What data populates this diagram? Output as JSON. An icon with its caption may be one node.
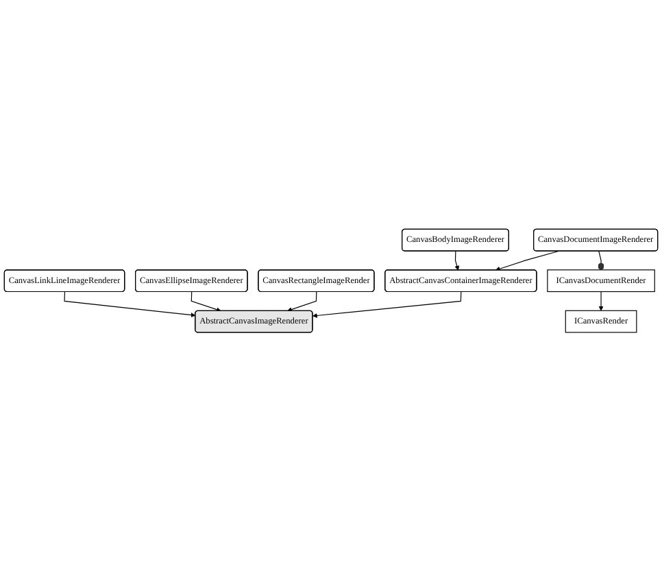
{
  "diagram": {
    "nodes": [
      {
        "text": [
          "CanvasLinkLineImageRenderer"
        ]
      },
      {
        "text": [
          "CanvasEllipseImageRenderer"
        ]
      },
      {
        "text": [
          "CanvasRectangleImageRender"
        ]
      },
      {
        "text": [
          "AbstractCanvasImageRenderer"
        ]
      },
      {
        "text": [
          "AbstractCanvasContainerImageRenderer"
        ]
      },
      {
        "text": [
          "CanvasBodyImageRenderer"
        ]
      },
      {
        "text": [
          "CanvasDocumentImageRenderer"
        ]
      },
      {
        "text": [
          "ICanvasRender"
        ]
      },
      {
        "text": [
          "ICanvasDocumentRender"
        ]
      }
    ],
    "edges": [
      {
        "from": 0,
        "to": 3,
        "arrow": "to"
      },
      {
        "from": 1,
        "to": 3,
        "arrow": "to"
      },
      {
        "from": 2,
        "to": 3,
        "arrow": "to"
      },
      {
        "from": 4,
        "to": 3,
        "arrow": "to"
      },
      {
        "from": 5,
        "to": 4,
        "arrow": "to"
      },
      {
        "from": 6,
        "to": 4,
        "arrow": "to"
      },
      {
        "from": 6,
        "to": 8,
        "arrow": "other"
      },
      {
        "from": 8,
        "to": 7,
        "arrow": "to"
      }
    ]
  }
}
